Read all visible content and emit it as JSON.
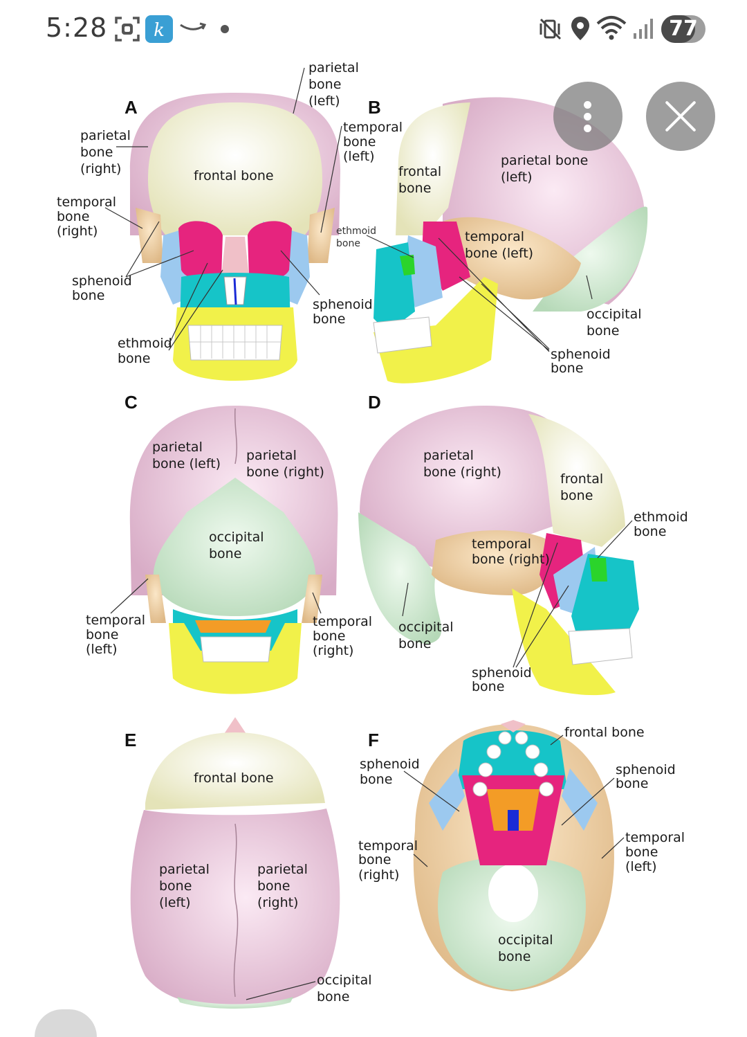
{
  "status_bar": {
    "time": "5:28",
    "battery": "77",
    "battery_fraction": 0.77,
    "icons": [
      "screenshot-icon",
      "kindle-app-icon",
      "amazon-icon",
      "notification-dot-icon",
      "vibrate-off-icon",
      "location-icon",
      "wifi-icon",
      "signal-icon",
      "battery-icon"
    ]
  },
  "overlay": {
    "more_icon": "more-vertical-icon",
    "close_icon": "close-icon"
  },
  "figure": {
    "panels": {
      "A": {
        "letter": "A",
        "labels": {
          "parietal_left": [
            "parietal",
            "bone",
            "(left)"
          ],
          "parietal_right": [
            "parietal",
            "bone",
            "(right)"
          ],
          "frontal": [
            "frontal bone"
          ],
          "temporal_left": [
            "temporal",
            "bone",
            "(left)"
          ],
          "temporal_right": [
            "temporal",
            "bone",
            "(right)"
          ],
          "sphenoid_left": [
            "sphenoid",
            "bone"
          ],
          "sphenoid_right": [
            "sphenoid",
            "bone"
          ],
          "ethmoid": [
            "ethmoid",
            "bone"
          ]
        }
      },
      "B": {
        "letter": "B",
        "labels": {
          "frontal": [
            "frontal",
            "bone"
          ],
          "parietal": [
            "parietal bone",
            "(left)"
          ],
          "ethmoid": [
            "ethmoid",
            "bone"
          ],
          "temporal": [
            "temporal",
            "bone (left)"
          ],
          "occipital": [
            "occipital",
            "bone"
          ],
          "sphenoid": [
            "sphenoid",
            "bone"
          ]
        }
      },
      "C": {
        "letter": "C",
        "labels": {
          "parietal_left": [
            "parietal",
            "bone (left)"
          ],
          "parietal_right": [
            "parietal",
            "bone (right)"
          ],
          "occipital": [
            "occipital",
            "bone"
          ],
          "temporal_left": [
            "temporal",
            "bone",
            "(left)"
          ],
          "temporal_right": [
            "temporal",
            "bone",
            "(right)"
          ]
        }
      },
      "D": {
        "letter": "D",
        "labels": {
          "parietal": [
            "parietal",
            "bone (right)"
          ],
          "frontal": [
            "frontal",
            "bone"
          ],
          "ethmoid": [
            "ethmoid",
            "bone"
          ],
          "temporal": [
            "temporal",
            "bone (right)"
          ],
          "occipital": [
            "occipital",
            "bone"
          ],
          "sphenoid": [
            "sphenoid",
            "bone"
          ]
        }
      },
      "E": {
        "letter": "E",
        "labels": {
          "frontal": [
            "frontal bone"
          ],
          "parietal_left": [
            "parietal",
            "bone",
            "(left)"
          ],
          "parietal_right": [
            "parietal",
            "bone",
            "(right)"
          ],
          "occipital": [
            "occipital",
            "bone"
          ]
        }
      },
      "F": {
        "letter": "F",
        "labels": {
          "frontal": [
            "frontal bone"
          ],
          "sphenoid_right": [
            "sphenoid",
            "bone"
          ],
          "sphenoid_left": [
            "sphenoid",
            "bone"
          ],
          "temporal_right": [
            "temporal",
            "bone",
            "(right)"
          ],
          "temporal_left": [
            "temporal",
            "bone",
            "(left)"
          ],
          "occipital": [
            "occipital",
            "bone"
          ]
        }
      }
    },
    "colors": {
      "frontal": "#eeeec6",
      "parietal": "#ecc8de",
      "occipital": "#cfe9cf",
      "temporal": "#f2d3a8",
      "sphenoid": "#e6247e",
      "ethmoid": "#b9d7f2",
      "maxilla": "#16c4c8",
      "mandible": "#f1f14a",
      "zygomatic": "#9cc9ef",
      "nasal": "#f0c0c8",
      "palatine": "#f39c26",
      "teeth": "#ffffff"
    }
  }
}
